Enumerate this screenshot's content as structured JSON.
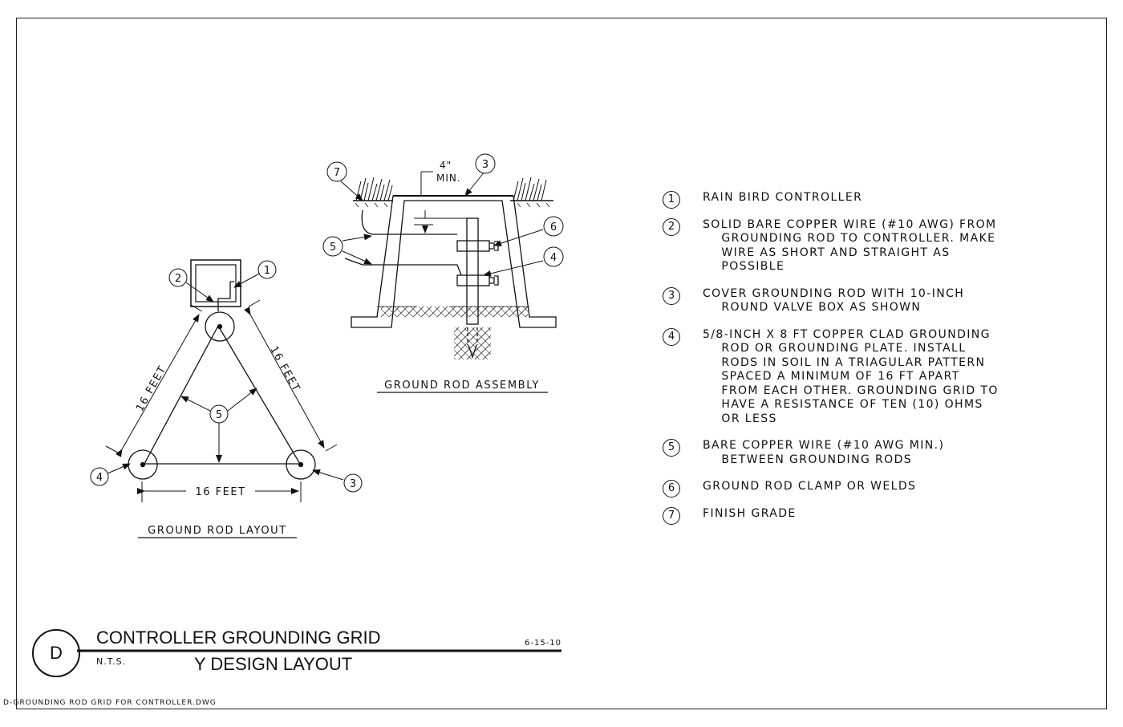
{
  "drawing": {
    "letter": "D",
    "title": "CONTROLLER GROUNDING GRID",
    "subtitle": "Y DESIGN LAYOUT",
    "scale": "N.T.S.",
    "date": "6-15-10",
    "filename": "D-GROUNDING ROD GRID FOR CONTROLLER.DWG"
  },
  "assembly": {
    "caption": "GROUND ROD ASSEMBLY",
    "dim_value": "4\"",
    "dim_label": "MIN.",
    "callouts": [
      "7",
      "3",
      "5",
      "6",
      "4"
    ]
  },
  "layout": {
    "caption": "GROUND ROD LAYOUT",
    "dim_left": "16 FEET",
    "dim_right": "16 FEET",
    "dim_bottom": "16 FEET",
    "callouts": [
      "1",
      "2",
      "5",
      "4",
      "3"
    ]
  },
  "notes": [
    {
      "num": "1",
      "text": "RAIN BIRD CONTROLLER"
    },
    {
      "num": "2",
      "text": "SOLID BARE COPPER WIRE (#10 AWG) FROM\n    GROUNDING ROD TO CONTROLLER. MAKE\n    WIRE AS SHORT AND STRAIGHT AS\n    POSSIBLE"
    },
    {
      "num": "3",
      "text": "COVER GROUNDING ROD WITH 10-INCH\n    ROUND VALVE BOX AS SHOWN"
    },
    {
      "num": "4",
      "text": "5/8-INCH X 8 FT COPPER CLAD GROUNDING\n    ROD OR GROUNDING PLATE. INSTALL\n    RODS IN SOIL IN A TRIAGULAR PATTERN\n    SPACED A MINIMUM OF 16 FT APART\n    FROM EACH OTHER. GROUNDING GRID TO\n    HAVE A RESISTANCE OF TEN (10) OHMS\n    OR LESS"
    },
    {
      "num": "5",
      "text": "BARE COPPER WIRE (#10 AWG MIN.)\n    BETWEEN GROUNDING RODS"
    },
    {
      "num": "6",
      "text": "GROUND ROD CLAMP OR WELDS"
    },
    {
      "num": "7",
      "text": "FINISH GRADE"
    }
  ]
}
